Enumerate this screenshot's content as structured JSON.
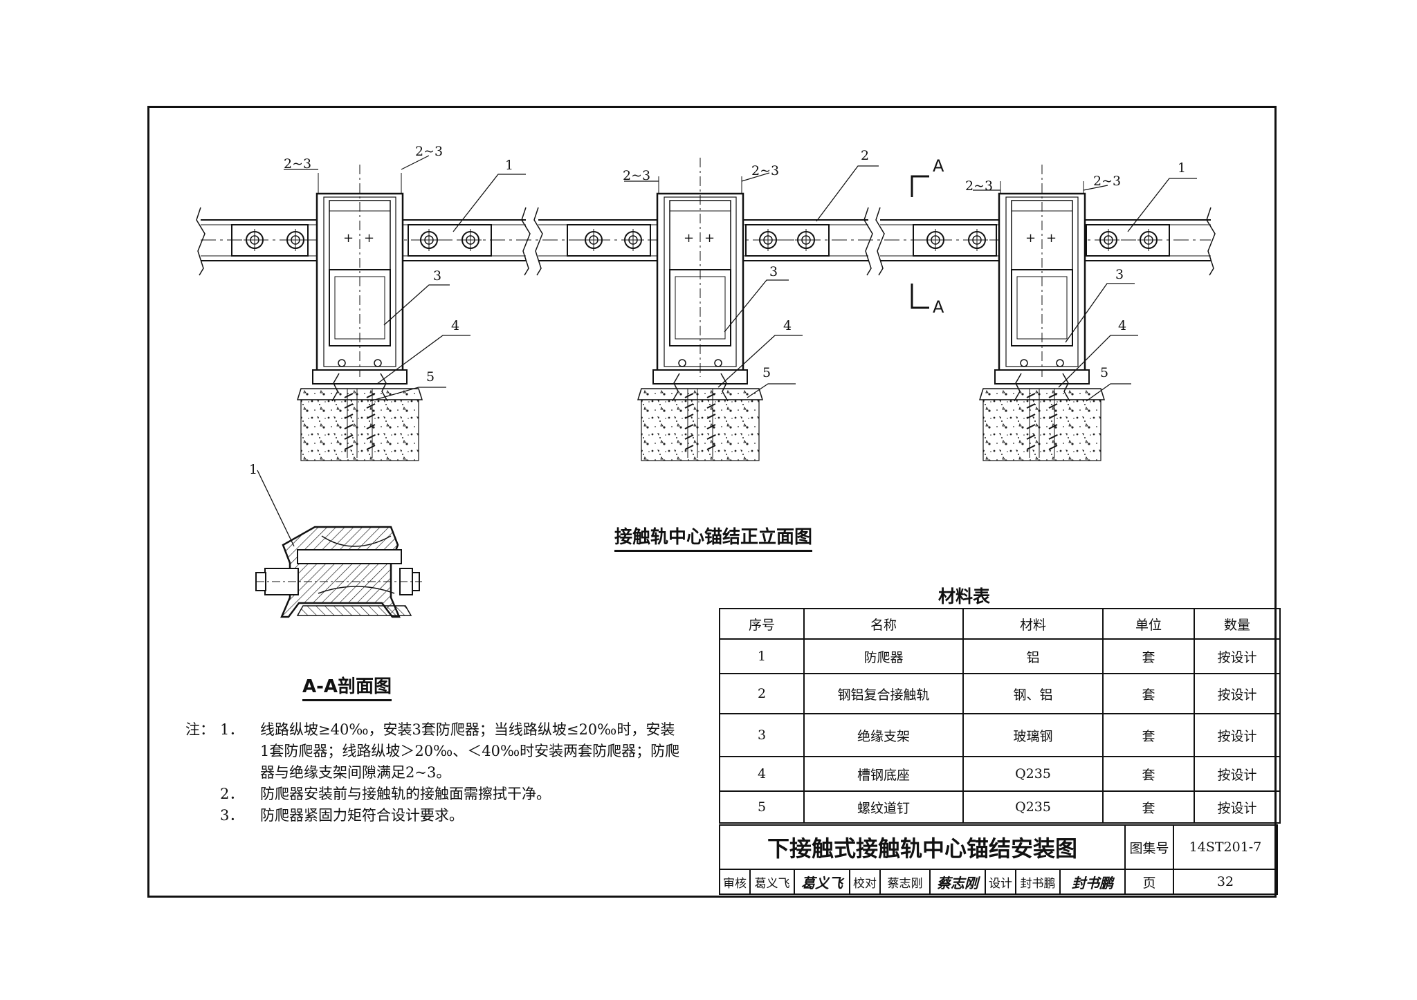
{
  "elevation": {
    "caption": "接触轨中心锚结正立面图",
    "units": [
      {
        "gap_left": "2~3",
        "gap_right": "2~3",
        "callouts": [
          "1",
          "3",
          "4",
          "5"
        ]
      },
      {
        "gap_left": "2~3",
        "gap_right": "2~3",
        "callouts": [
          "2",
          "3",
          "4",
          "5"
        ]
      },
      {
        "gap_left": "2~3",
        "gap_right": "2~3",
        "callouts": [
          "1",
          "3",
          "4",
          "5"
        ]
      }
    ],
    "section_marks": [
      "A",
      "A"
    ]
  },
  "section": {
    "caption": "A-A剖面图",
    "callout": "1"
  },
  "notes": {
    "label": "注：",
    "items": [
      {
        "num": "1．",
        "lines": [
          "线路纵坡≥40‰，安装3套防爬器；当线路纵坡≤20‰时，安装",
          "1套防爬器；线路纵坡＞20‰、＜40‰时安装两套防爬器；防爬",
          "器与绝缘支架间隙满足2~3。"
        ]
      },
      {
        "num": "2．",
        "lines": [
          "防爬器安装前与接触轨的接触面需擦拭干净。"
        ]
      },
      {
        "num": "3．",
        "lines": [
          "防爬器紧固力矩符合设计要求。"
        ]
      }
    ]
  },
  "materials": {
    "title": "材料表",
    "headers": [
      "序号",
      "名称",
      "材料",
      "单位",
      "数量"
    ],
    "rows": [
      [
        "1",
        "防爬器",
        "铝",
        "套",
        "按设计"
      ],
      [
        "2",
        "钢铝复合接触轨",
        "钢、铝",
        "套",
        "按设计"
      ],
      [
        "3",
        "绝缘支架",
        "玻璃钢",
        "套",
        "按设计"
      ],
      [
        "4",
        "槽钢底座",
        "Q235",
        "套",
        "按设计"
      ],
      [
        "5",
        "螺纹道钉",
        "Q235",
        "套",
        "按设计"
      ]
    ]
  },
  "title_block": {
    "title": "下接触式接触轨中心锚结安装图",
    "atlas_label": "图集号",
    "atlas_no": "14ST201-7",
    "review_label": "审核",
    "review_name": "葛义飞",
    "review_sign": "葛义飞",
    "check_label": "校对",
    "check_name": "蔡志刚",
    "check_sign": "蔡志刚",
    "design_label": "设计",
    "design_name": "封书鹏",
    "design_sign": "封书鹏",
    "page_label": "页",
    "page_no": "32"
  }
}
